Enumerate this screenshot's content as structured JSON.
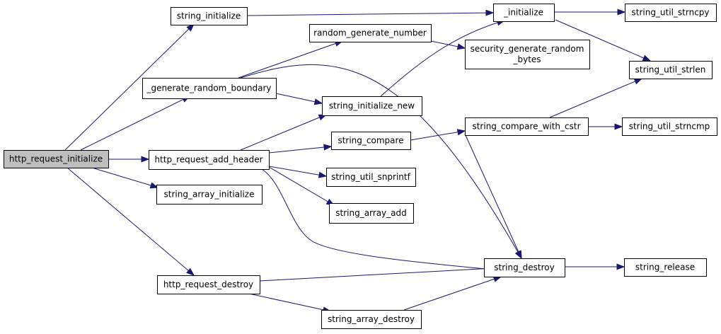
{
  "diagram": {
    "type": "call-graph",
    "colors": {
      "edge": "#191970",
      "node_border": "#000000",
      "root_fill": "#bfbfbf",
      "node_fill": "#ffffff"
    },
    "nodes": [
      {
        "id": "http_request_initialize",
        "label": "http_request_initialize",
        "root": true
      },
      {
        "id": "string_initialize",
        "label": "string_initialize"
      },
      {
        "id": "_initialize",
        "label": "_initialize"
      },
      {
        "id": "string_util_strncpy",
        "label": "string_util_strncpy"
      },
      {
        "id": "random_generate_number",
        "label": "random_generate_number"
      },
      {
        "id": "security_generate_random_bytes",
        "label": [
          "security_generate_random",
          "_bytes"
        ]
      },
      {
        "id": "string_util_strlen",
        "label": "string_util_strlen"
      },
      {
        "id": "_generate_random_boundary",
        "label": "_generate_random_boundary"
      },
      {
        "id": "string_initialize_new",
        "label": "string_initialize_new"
      },
      {
        "id": "string_compare_with_cstr",
        "label": "string_compare_with_cstr"
      },
      {
        "id": "string_util_strncmp",
        "label": "string_util_strncmp"
      },
      {
        "id": "string_compare",
        "label": "string_compare"
      },
      {
        "id": "http_request_add_header",
        "label": "http_request_add_header"
      },
      {
        "id": "string_util_snprintf",
        "label": "string_util_snprintf"
      },
      {
        "id": "string_array_initialize",
        "label": "string_array_initialize"
      },
      {
        "id": "string_array_add",
        "label": "string_array_add"
      },
      {
        "id": "string_destroy",
        "label": "string_destroy"
      },
      {
        "id": "string_release",
        "label": "string_release"
      },
      {
        "id": "http_request_destroy",
        "label": "http_request_destroy"
      },
      {
        "id": "string_array_destroy",
        "label": "string_array_destroy"
      }
    ],
    "edges": [
      {
        "from": "http_request_initialize",
        "to": "string_initialize"
      },
      {
        "from": "http_request_initialize",
        "to": "_generate_random_boundary"
      },
      {
        "from": "http_request_initialize",
        "to": "http_request_add_header"
      },
      {
        "from": "http_request_initialize",
        "to": "string_array_initialize"
      },
      {
        "from": "http_request_initialize",
        "to": "http_request_destroy"
      },
      {
        "from": "string_initialize",
        "to": "_initialize"
      },
      {
        "from": "_initialize",
        "to": "string_util_strncpy"
      },
      {
        "from": "_initialize",
        "to": "string_util_strlen"
      },
      {
        "from": "_generate_random_boundary",
        "to": "random_generate_number"
      },
      {
        "from": "_generate_random_boundary",
        "to": "string_initialize_new"
      },
      {
        "from": "_generate_random_boundary",
        "to": "string_destroy"
      },
      {
        "from": "random_generate_number",
        "to": "security_generate_random_bytes"
      },
      {
        "from": "string_initialize_new",
        "to": "_initialize"
      },
      {
        "from": "http_request_add_header",
        "to": "string_initialize_new"
      },
      {
        "from": "http_request_add_header",
        "to": "string_compare"
      },
      {
        "from": "http_request_add_header",
        "to": "string_util_snprintf"
      },
      {
        "from": "http_request_add_header",
        "to": "string_array_add"
      },
      {
        "from": "http_request_add_header",
        "to": "string_destroy"
      },
      {
        "from": "string_compare",
        "to": "string_compare_with_cstr"
      },
      {
        "from": "string_compare_with_cstr",
        "to": "string_util_strlen"
      },
      {
        "from": "string_compare_with_cstr",
        "to": "string_util_strncmp"
      },
      {
        "from": "string_compare_with_cstr",
        "to": "string_destroy"
      },
      {
        "from": "string_destroy",
        "to": "string_release"
      },
      {
        "from": "http_request_destroy",
        "to": "string_destroy"
      },
      {
        "from": "http_request_destroy",
        "to": "string_array_destroy"
      },
      {
        "from": "string_array_destroy",
        "to": "string_destroy"
      }
    ]
  }
}
